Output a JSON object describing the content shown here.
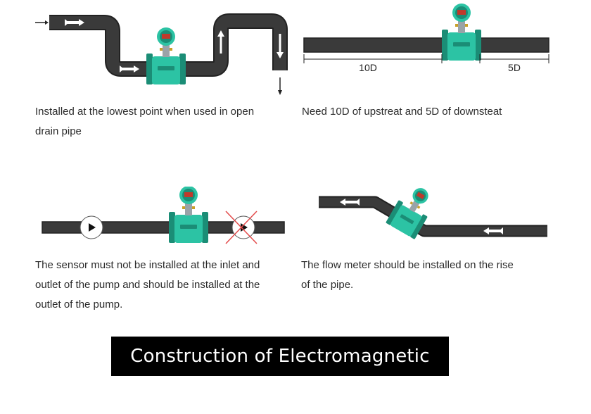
{
  "colors": {
    "pipe": "#3a3a3a",
    "pipe_edge": "#222222",
    "meter_body": "#2cc3a4",
    "meter_dark": "#1b8d76",
    "arrow": "#ffffff",
    "cross": "#e34a4a",
    "banner_bg": "#000000",
    "banner_text": "#ffffff"
  },
  "panels": [
    {
      "id": "open-drain",
      "caption_lines": [
        "Installed at the lowest point when used in open",
        "drain pipe"
      ]
    },
    {
      "id": "straight-run",
      "caption_lines": [
        "Need 10D of upstreat and 5D of downsteat"
      ],
      "upstream_label": "10D",
      "downstream_label": "5D"
    },
    {
      "id": "pump",
      "caption_lines": [
        "The sensor must not be installed at the inlet and",
        "outlet of the pump and should be installed at the",
        "outlet of the pump."
      ]
    },
    {
      "id": "rise",
      "caption_lines": [
        "The flow meter should be installed on the rise",
        "of the pipe."
      ]
    }
  ],
  "banner": {
    "title": "Construction of Electromagnetic"
  },
  "icons": [
    "flow-arrow-icon",
    "flow-meter-icon",
    "pump-icon",
    "cross-icon"
  ]
}
